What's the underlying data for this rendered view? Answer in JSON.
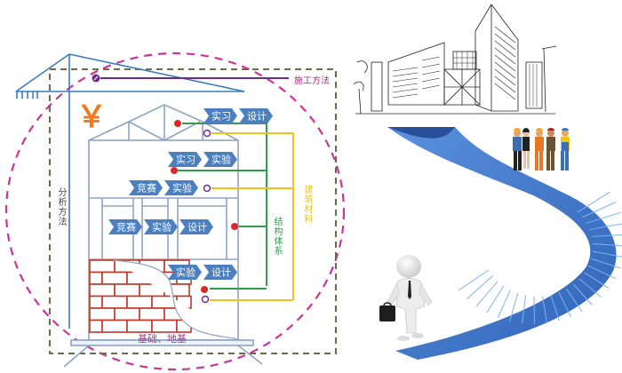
{
  "colors": {
    "frame_blue": "#8fa3c4",
    "crane_blue": "#3a7bbf",
    "chevron_fill": "#4b7fbf",
    "magenta_dash": "#cc3399",
    "olive_dash": "#6b6b4a",
    "green_line": "#2e9e4a",
    "yellow_line": "#f3c21a",
    "purple_line": "#6b2d8a",
    "red_dot": "#d42a2a",
    "brick_red": "#c0392b",
    "yuan_orange": "#f07a1a",
    "stair_blue": "#3d74c8",
    "stair_dark": "#2a4f9a"
  },
  "labels": {
    "construction_method": "施工方法",
    "analysis_method": "分析方法",
    "building_materials": "建筑材料",
    "structural_system": "结构体系",
    "foundation": "基础、地基",
    "yuan_symbol": "￥"
  },
  "chevron_rows": [
    {
      "name": "roof-row",
      "items": [
        "实习",
        "设计"
      ]
    },
    {
      "name": "upper-row",
      "items": [
        "实习",
        "实验"
      ]
    },
    {
      "name": "middle-row",
      "items": [
        "竞赛",
        "实验"
      ]
    },
    {
      "name": "frame-row",
      "items": [
        "竞赛",
        "实验",
        "设计"
      ]
    },
    {
      "name": "base-row",
      "items": [
        "实验",
        "设计"
      ]
    }
  ],
  "icons": {
    "crane": "crane-icon",
    "yuan": "yuan-icon",
    "building_sketch": "building-sketch-illustration",
    "workers": "workers-group-illustration",
    "staircase": "spiral-staircase-illustration",
    "businessman": "businessman-figure-illustration"
  }
}
